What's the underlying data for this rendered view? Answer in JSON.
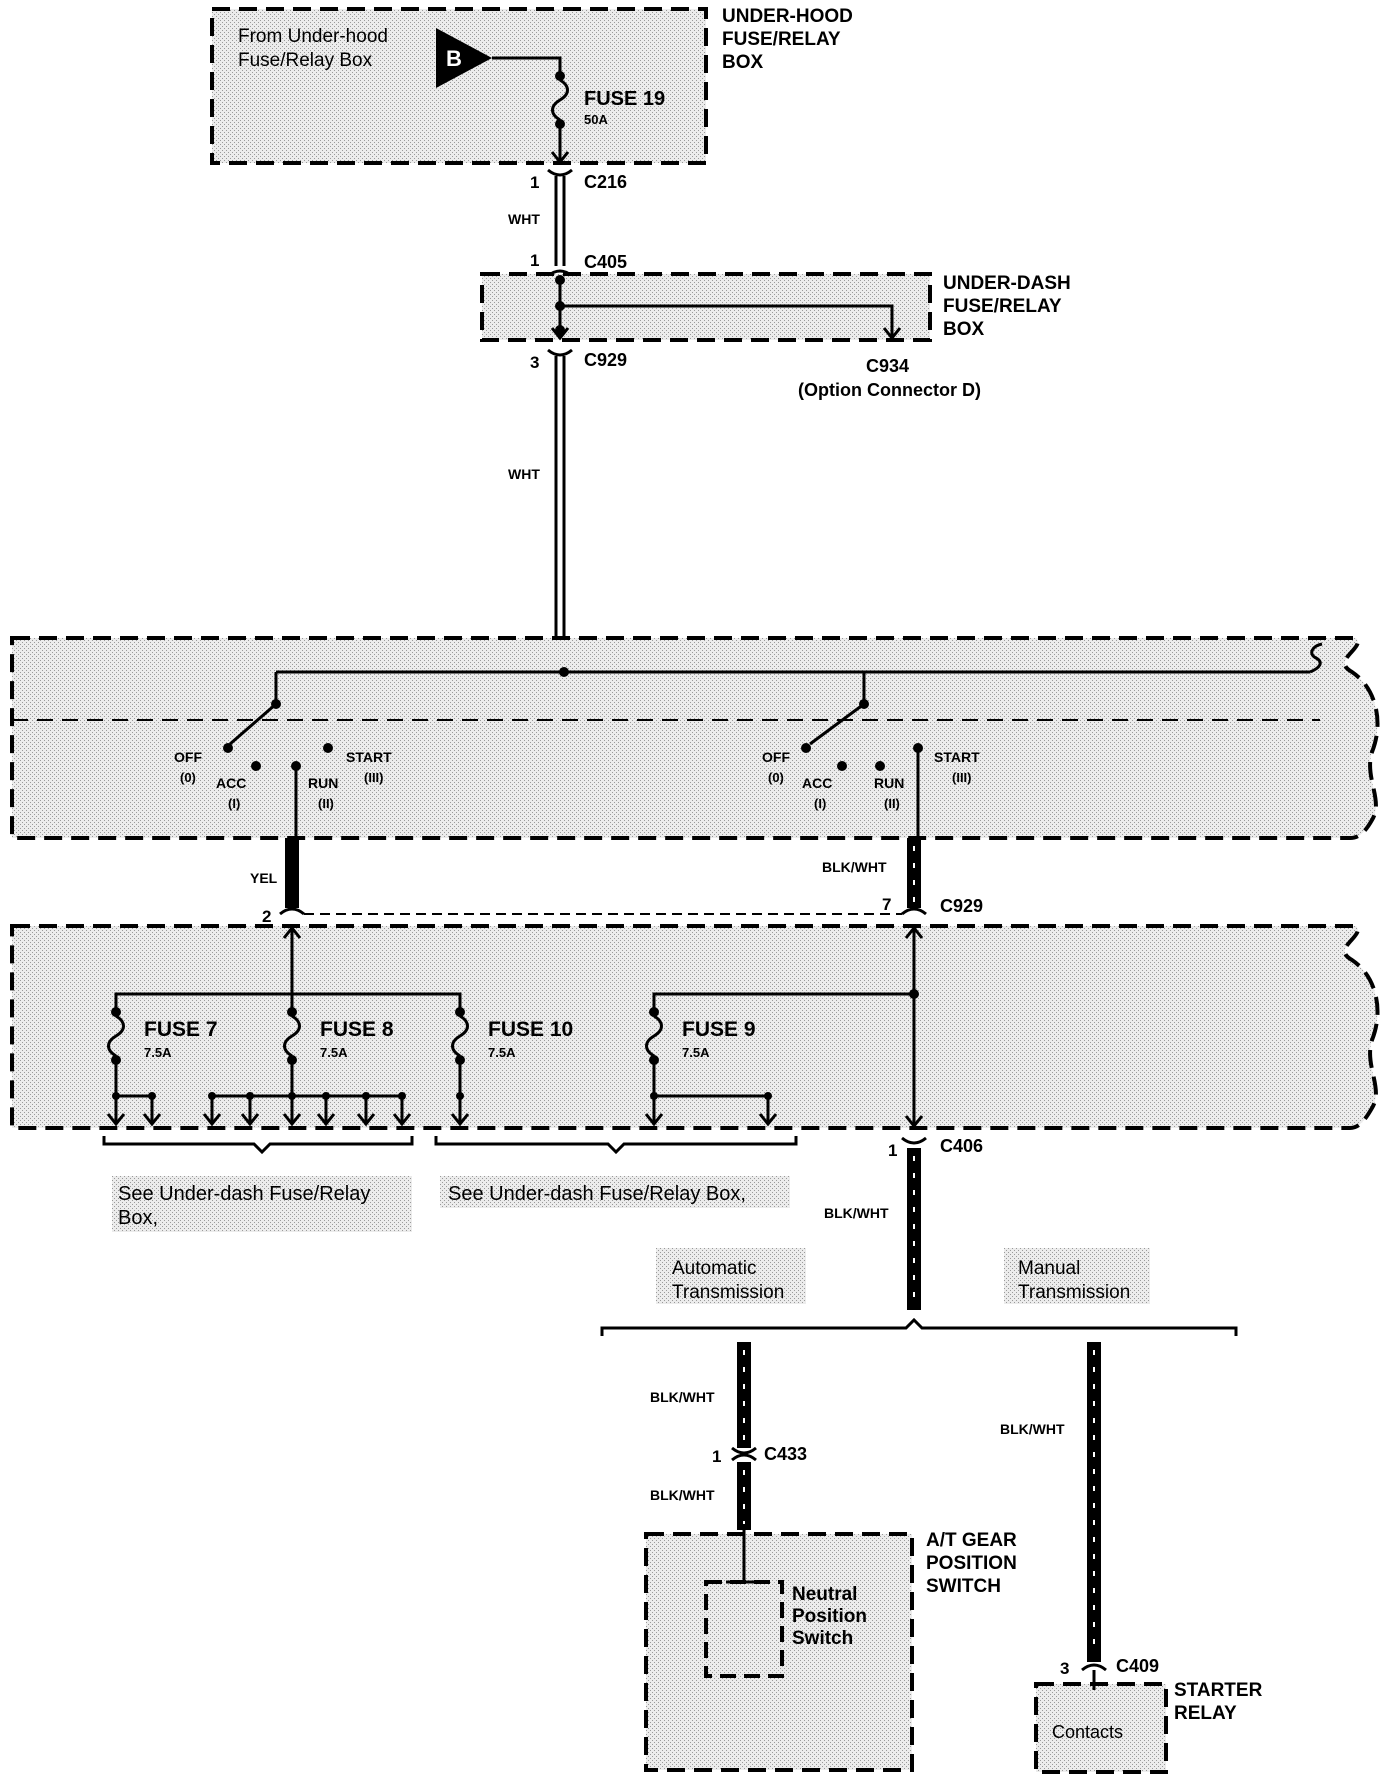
{
  "boxes": {
    "underhood": {
      "name_lines": [
        "UNDER-HOOD",
        "FUSE/RELAY",
        "BOX"
      ],
      "from_lines": [
        "From Under-hood",
        "Fuse/Relay Box"
      ],
      "terminal": "B",
      "fuse": "FUSE  19",
      "fuse_rating": "50A"
    },
    "underdash": {
      "name_lines": [
        "UNDER-DASH",
        "FUSE/RELAY",
        "BOX"
      ],
      "option_connector": "C934",
      "option_note": "(Option Connector D)"
    },
    "at_switch": {
      "name_lines": [
        "A/T GEAR",
        "POSITION",
        "SWITCH"
      ],
      "inner_lines": [
        "Neutral",
        "Position",
        "Switch"
      ]
    },
    "starter_relay": {
      "name_lines": [
        "STARTER",
        "RELAY"
      ],
      "inner": "Contacts"
    }
  },
  "connectors": {
    "c216": {
      "pin": "1",
      "id": "C216"
    },
    "c405": {
      "pin": "1",
      "id": "C405"
    },
    "c929_top": {
      "pin": "3",
      "id": "C929"
    },
    "c929_mid": {
      "pin_left": "2",
      "pin_right": "7",
      "id": "C929"
    },
    "c406": {
      "pin": "1",
      "id": "C406"
    },
    "c433": {
      "pin": "1",
      "id": "C433"
    },
    "c409": {
      "pin": "3",
      "id": "C409"
    }
  },
  "wires": {
    "wht_1": "WHT",
    "wht_2": "WHT",
    "yel": "YEL",
    "blk_wht_1": "BLK/WHT",
    "blk_wht_2": "BLK/WHT",
    "blk_wht_3": "BLK/WHT",
    "blk_wht_4": "BLK/WHT",
    "blk_wht_5": "BLK/WHT"
  },
  "ignition_switch": {
    "positions": [
      {
        "label": "OFF",
        "roman": "(0)"
      },
      {
        "label": "ACC",
        "roman": "(I)"
      },
      {
        "label": "RUN",
        "roman": "(II)"
      },
      {
        "label": "START",
        "roman": "(III)"
      }
    ]
  },
  "fuses": [
    {
      "name": "FUSE  7",
      "rating": "7.5A"
    },
    {
      "name": "FUSE  8",
      "rating": "7.5A"
    },
    {
      "name": "FUSE  10",
      "rating": "7.5A"
    },
    {
      "name": "FUSE  9",
      "rating": "7.5A"
    }
  ],
  "notes": {
    "see_left_lines": [
      "See Under-dash Fuse/Relay",
      "Box,"
    ],
    "see_right": "See Under-dash Fuse/Relay Box,"
  },
  "transmission": {
    "automatic_lines": [
      "Automatic",
      "Transmission"
    ],
    "manual_lines": [
      "Manual",
      "Transmission"
    ]
  },
  "colors": {
    "ink": "#000000",
    "shading": "#e6e6e6",
    "background": "#ffffff"
  }
}
